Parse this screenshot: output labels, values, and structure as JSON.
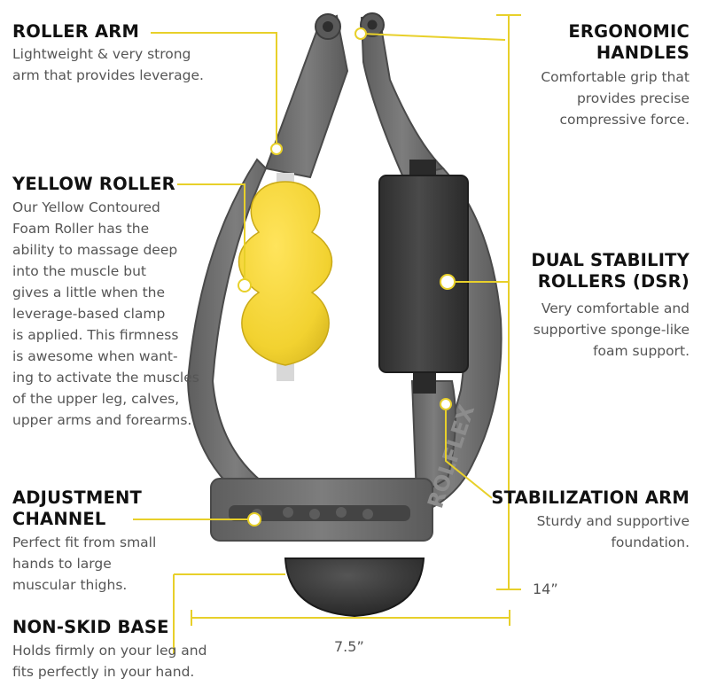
{
  "colors": {
    "accent": "#e8d02a",
    "frame": "#707070",
    "roller": "#f2d230",
    "dsr": "#3c3c3c",
    "heading": "#111111",
    "text": "#555555"
  },
  "brand_mark": "ROLFLEX",
  "labels": {
    "roller_arm": {
      "title": "ROLLER ARM",
      "lines": [
        "Lightweight & very strong",
        "arm that provides leverage."
      ]
    },
    "ergonomic_handles": {
      "title_lines": [
        "ERGONOMIC",
        "HANDLES"
      ],
      "lines": [
        "Comfortable grip that",
        "provides precise",
        "compressive force."
      ]
    },
    "yellow_roller": {
      "title": "YELLOW ROLLER",
      "lines": [
        "Our Yellow Contoured",
        "Foam Roller has the",
        "ability to massage deep",
        "into the muscle but",
        "gives a little when the",
        "leverage-based clamp",
        "is applied. This firmness",
        "is awesome when want-",
        "ing to activate the muscles",
        "of the upper leg, calves,",
        "upper arms and forearms."
      ]
    },
    "dual_stability_rollers": {
      "title_lines": [
        "DUAL STABILITY",
        "ROLLERS (DSR)"
      ],
      "lines": [
        "Very comfortable and",
        "supportive sponge-like",
        "foam support."
      ]
    },
    "adjustment_channel": {
      "title_lines": [
        "ADJUSTMENT",
        "CHANNEL"
      ],
      "lines": [
        "Perfect fit from small",
        "hands to large",
        "muscular thighs."
      ]
    },
    "stabilization_arm": {
      "title": "STABILIZATION ARM",
      "lines": [
        "Sturdy and supportive",
        "foundation."
      ]
    },
    "non_skid_base": {
      "title": "NON-SKID BASE",
      "lines": [
        "Holds firmly on your leg and",
        "fits perfectly in your hand."
      ]
    }
  },
  "dimensions": {
    "height": "14”",
    "width": "7.5”"
  }
}
